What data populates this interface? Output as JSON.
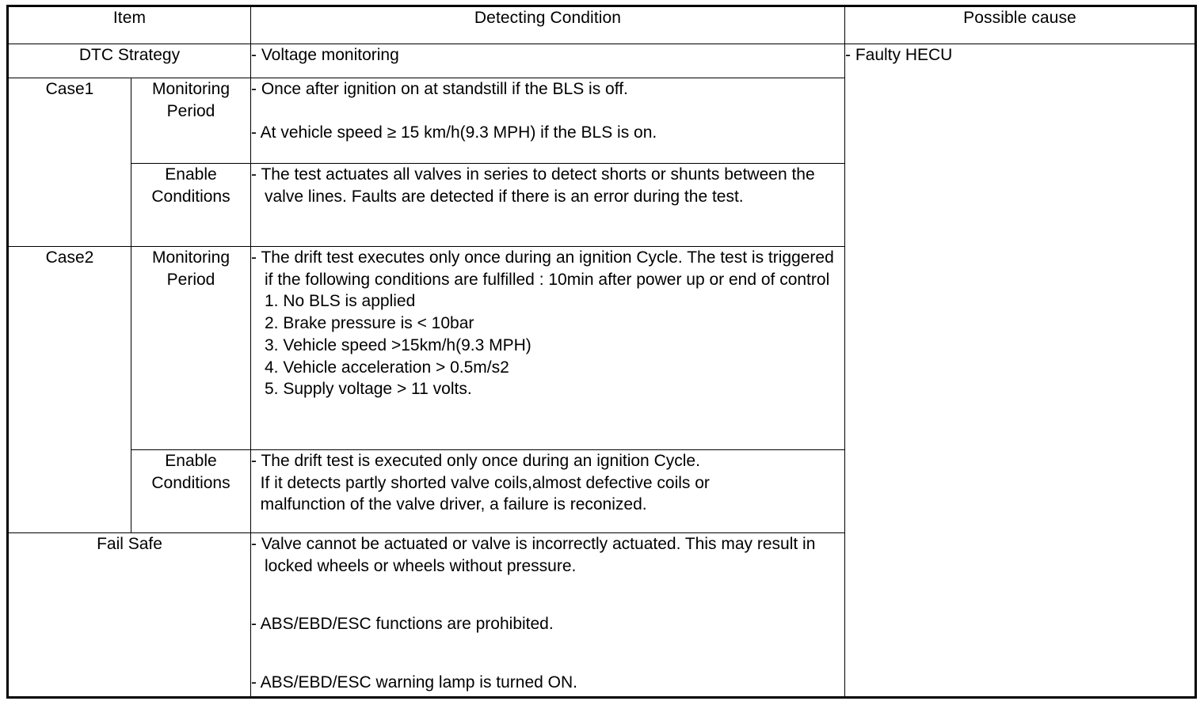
{
  "table": {
    "headers": {
      "item": "Item",
      "detecting_condition": "Detecting Condition",
      "possible_cause": "Possible cause"
    },
    "rows": {
      "dtc_strategy": {
        "item": "DTC Strategy",
        "condition": "- Voltage monitoring"
      },
      "case1": {
        "label": "Case1",
        "monitoring_period": {
          "sub_label_line1": "Monitoring",
          "sub_label_line2": "Period",
          "conditions": [
            "- Once after ignition on at standstill if the BLS is off.",
            "- At vehicle speed ≥ 15 km/h(9.3 MPH) if the BLS is on."
          ]
        },
        "enable_conditions": {
          "sub_label_line1": "Enable",
          "sub_label_line2": "Conditions",
          "conditions": [
            "- The test actuates all valves in series to detect shorts or shunts between the valve lines. Faults are detected if there is an error during the test."
          ]
        }
      },
      "case2": {
        "label": "Case2",
        "monitoring_period": {
          "sub_label_line1": "Monitoring",
          "sub_label_line2": "Period",
          "intro": "- The drift test executes only once during an ignition Cycle. The test is triggered if the following conditions are fulfilled : 10min after power up or end of control",
          "numbered": [
            "1. No BLS is applied",
            "2. Brake pressure is < 10bar",
            "3. Vehicle speed >15km/h(9.3 MPH)",
            "4. Vehicle acceleration > 0.5m/s2",
            "5. Supply voltage > 11 volts."
          ]
        },
        "enable_conditions": {
          "sub_label_line1": "Enable",
          "sub_label_line2": "Conditions",
          "line1": "- The drift test is executed only once during an ignition Cycle.",
          "line2": "  If it detects partly shorted valve coils,almost defective coils or",
          "line3": "  malfunction of the valve driver, a failure is reconized."
        }
      },
      "fail_safe": {
        "label": "Fail Safe",
        "conditions": [
          "- Valve cannot be actuated or valve is incorrectly actuated. This may result in locked wheels or wheels without pressure.",
          "- ABS/EBD/ESC functions are prohibited.",
          "- ABS/EBD/ESC warning lamp is turned ON."
        ]
      }
    },
    "possible_cause": {
      "value": "- Faulty HECU"
    }
  },
  "colors": {
    "border": "#000000",
    "background": "#ffffff",
    "text": "#000000"
  }
}
